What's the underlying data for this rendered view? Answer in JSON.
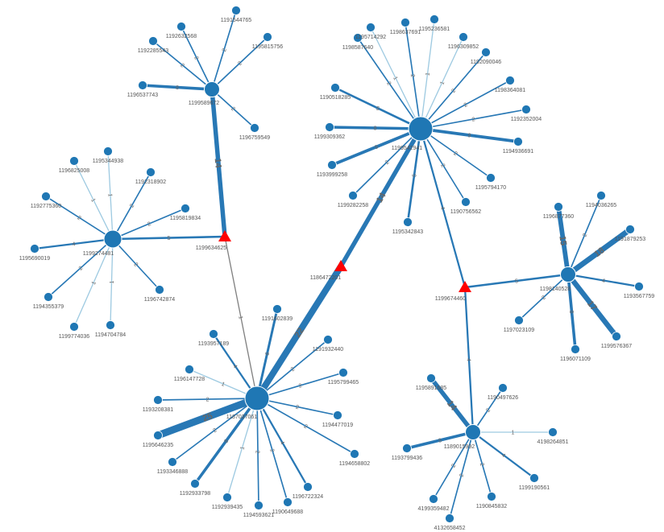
{
  "colors": {
    "node": "#1f77b4",
    "edge_light": "#9ecae1",
    "edge_dark": "#2878b5",
    "gray_edge": "#808080",
    "triangle": "#ff0000",
    "label": "#555555"
  },
  "node_shapes": {
    "hub": "large-circle",
    "leaf": "small-circle",
    "connector": "triangle"
  },
  "hubs": [
    {
      "id": "h1",
      "label": "1199589672"
    },
    {
      "id": "h2",
      "label": "1199274481"
    },
    {
      "id": "h3",
      "label": "1199542941"
    },
    {
      "id": "h4",
      "label": "1198140528"
    },
    {
      "id": "h5",
      "label": "1187037061"
    },
    {
      "id": "h6",
      "label": "1189015992"
    }
  ],
  "connectors": [
    {
      "id": "t1",
      "label": "1199634625"
    },
    {
      "id": "t2",
      "label": "1186472201"
    },
    {
      "id": "t3",
      "label": "1199674460"
    }
  ],
  "leaves": [
    {
      "id": "a1",
      "hub": "h1",
      "label": "1192632568",
      "w": "2"
    },
    {
      "id": "a2",
      "hub": "h1",
      "label": "1191544765",
      "w": "2"
    },
    {
      "id": "a3",
      "hub": "h1",
      "label": "1192285543",
      "w": "2"
    },
    {
      "id": "a4",
      "hub": "h1",
      "label": "1195815756",
      "w": "2"
    },
    {
      "id": "a5",
      "hub": "h1",
      "label": "1196537743",
      "w": "8"
    },
    {
      "id": "a6",
      "hub": "h1",
      "label": "1196759549",
      "w": "2"
    },
    {
      "id": "b1",
      "hub": "h2",
      "label": "1196825008",
      "w": "1"
    },
    {
      "id": "b2",
      "hub": "h2",
      "label": "1195344938",
      "w": "1"
    },
    {
      "id": "b3",
      "hub": "h2",
      "label": "1192318902",
      "w": "2"
    },
    {
      "id": "b4",
      "hub": "h2",
      "label": "1192775360",
      "w": "2"
    },
    {
      "id": "b5",
      "hub": "h2",
      "label": "1195819834",
      "w": "2"
    },
    {
      "id": "b6",
      "hub": "h2",
      "label": "1195690019",
      "w": "4"
    },
    {
      "id": "b7",
      "hub": "h2",
      "label": "1194355379",
      "w": "2"
    },
    {
      "id": "b8",
      "hub": "h2",
      "label": "1196742874",
      "w": "2"
    },
    {
      "id": "b9",
      "hub": "h2",
      "label": "1199774036",
      "w": "1"
    },
    {
      "id": "b10",
      "hub": "h2",
      "label": "1194704784",
      "w": "1"
    },
    {
      "id": "c1",
      "hub": "h3",
      "label": "1195714292",
      "w": "1"
    },
    {
      "id": "c2",
      "hub": "h3",
      "label": "1198637691",
      "w": "2"
    },
    {
      "id": "c3",
      "hub": "h3",
      "label": "1195236581",
      "w": "1"
    },
    {
      "id": "c4",
      "hub": "h3",
      "label": "1196309852",
      "w": "1"
    },
    {
      "id": "c5",
      "hub": "h3",
      "label": "1198587640",
      "w": "2"
    },
    {
      "id": "c6",
      "hub": "h3",
      "label": "1192090046",
      "w": "2"
    },
    {
      "id": "c7",
      "hub": "h3",
      "label": "1198364081",
      "w": "2"
    },
    {
      "id": "c8",
      "hub": "h3",
      "label": "1190518285",
      "w": "5"
    },
    {
      "id": "c9",
      "hub": "h3",
      "label": "1192352004",
      "w": "2"
    },
    {
      "id": "c10",
      "hub": "h3",
      "label": "1199309362",
      "w": "8"
    },
    {
      "id": "c11",
      "hub": "h3",
      "label": "1194936691",
      "w": "9"
    },
    {
      "id": "c12",
      "hub": "h3",
      "label": "1193999258",
      "w": "9"
    },
    {
      "id": "c13",
      "hub": "h3",
      "label": "1195794170",
      "w": "2"
    },
    {
      "id": "c14",
      "hub": "h3",
      "label": "1199282258",
      "w": "2"
    },
    {
      "id": "c15",
      "hub": "h3",
      "label": "1190756562",
      "w": "2"
    },
    {
      "id": "c16",
      "hub": "h3",
      "label": "1195342843",
      "w": "5"
    },
    {
      "id": "d1",
      "hub": "h4",
      "label": "1196877360",
      "w": "15"
    },
    {
      "id": "d2",
      "hub": "h4",
      "label": "1194036265",
      "w": "2"
    },
    {
      "id": "d3",
      "hub": "h4",
      "label": "1191879253",
      "w": "18"
    },
    {
      "id": "d4",
      "hub": "h4",
      "label": "1193567759",
      "w": "4"
    },
    {
      "id": "d5",
      "hub": "h4",
      "label": "1197023109",
      "w": "2"
    },
    {
      "id": "d6",
      "hub": "h4",
      "label": "1199576367",
      "w": "17"
    },
    {
      "id": "d7",
      "hub": "h4",
      "label": "1196071109",
      "w": "8"
    },
    {
      "id": "e1",
      "hub": "h5",
      "label": "1191602839",
      "w": "6"
    },
    {
      "id": "e2",
      "hub": "h5",
      "label": "1193957189",
      "w": "4"
    },
    {
      "id": "e3",
      "hub": "h5",
      "label": "1191932440",
      "w": "2"
    },
    {
      "id": "e4",
      "hub": "h5",
      "label": "1196147728",
      "w": "1"
    },
    {
      "id": "e5",
      "hub": "h5",
      "label": "1195799465",
      "w": "2"
    },
    {
      "id": "e6",
      "hub": "h5",
      "label": "1193208381",
      "w": "2"
    },
    {
      "id": "e7",
      "hub": "h5",
      "label": "1194477019",
      "w": "2"
    },
    {
      "id": "e8",
      "hub": "h5",
      "label": "1195646235",
      "w": "25"
    },
    {
      "id": "e9",
      "hub": "h5",
      "label": "1193346888",
      "w": "2"
    },
    {
      "id": "e10",
      "hub": "h5",
      "label": "1194658802",
      "w": "2"
    },
    {
      "id": "e11",
      "hub": "h5",
      "label": "1192933798",
      "w": "8"
    },
    {
      "id": "e12",
      "hub": "h5",
      "label": "1196722324",
      "w": "4"
    },
    {
      "id": "e13",
      "hub": "h5",
      "label": "1192939435",
      "w": "1"
    },
    {
      "id": "e14",
      "hub": "h5",
      "label": "1194593621",
      "w": "2"
    },
    {
      "id": "e15",
      "hub": "h5",
      "label": "1190649688",
      "w": "2"
    },
    {
      "id": "f1",
      "hub": "h6",
      "label": "1195891685",
      "w": "14"
    },
    {
      "id": "f2",
      "hub": "h6",
      "label": "1190497626",
      "w": "2"
    },
    {
      "id": "f3",
      "hub": "h6",
      "label": "4198264851",
      "w": "1"
    },
    {
      "id": "f4",
      "hub": "h6",
      "label": "1193799436",
      "w": "8"
    },
    {
      "id": "f5",
      "hub": "h6",
      "label": "1199190561",
      "w": "4"
    },
    {
      "id": "f6",
      "hub": "h6",
      "label": "4199359482",
      "w": "2"
    },
    {
      "id": "f7",
      "hub": "h6",
      "label": "1190845832",
      "w": "2"
    },
    {
      "id": "f8",
      "hub": "h6",
      "label": "4132658452",
      "w": "2"
    }
  ],
  "links": [
    {
      "from": "h1",
      "to": "t1",
      "w": "14"
    },
    {
      "from": "h2",
      "to": "t1",
      "w": "5"
    },
    {
      "from": "t1",
      "to": "h5",
      "w": "1"
    },
    {
      "from": "h5",
      "to": "t2",
      "w": "22"
    },
    {
      "from": "t2",
      "to": "h3",
      "w": "14"
    },
    {
      "from": "h3",
      "to": "t3",
      "w": "4"
    },
    {
      "from": "t3",
      "to": "h4",
      "w": "5"
    },
    {
      "from": "t3",
      "to": "h6",
      "w": "4"
    }
  ]
}
